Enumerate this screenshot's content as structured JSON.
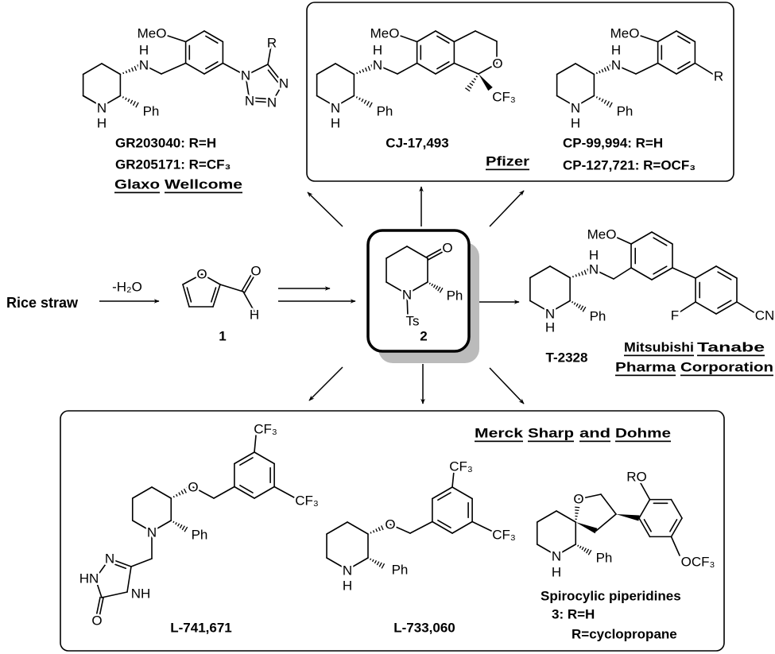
{
  "start": {
    "label": "Rice straw",
    "condition": "-H₂O"
  },
  "furfural": {
    "id": "1",
    "atoms": [
      "O",
      "O",
      "H"
    ]
  },
  "piperidinone": {
    "id": "2",
    "atoms": [
      "O",
      "Ph",
      "N",
      "Ts"
    ]
  },
  "glaxo": {
    "names": [
      "GR203040: R=H",
      "GR205171: R=CF₃"
    ],
    "company": [
      "Glaxo",
      "Wellcome"
    ],
    "atoms": [
      "MeO",
      "H",
      "N",
      "N",
      "H",
      "Ph",
      "R",
      "N",
      "N",
      "N",
      "N"
    ]
  },
  "pfizer": {
    "company": [
      "Pfizer"
    ],
    "cj": {
      "name": "CJ-17,493",
      "atoms": [
        "MeO",
        "H",
        "N",
        "N",
        "H",
        "Ph",
        "O",
        "CF₃"
      ]
    },
    "cp": {
      "names": [
        "CP-99,994: R=H",
        "CP-127,721: R=OCF₃"
      ],
      "atoms": [
        "MeO",
        "H",
        "N",
        "N",
        "H",
        "Ph",
        "R"
      ]
    }
  },
  "mitsubishi": {
    "name": "T-2328",
    "company": [
      "Mitsubishi",
      "Tanabe",
      "Pharma",
      "Corporation"
    ],
    "atoms": [
      "MeO",
      "H",
      "N",
      "N",
      "H",
      "Ph",
      "F",
      "CN"
    ]
  },
  "merck": {
    "company": [
      "Merck",
      "Sharp",
      "and",
      "Dohme"
    ],
    "l741": {
      "name": "L-741,671",
      "atoms": [
        "O",
        "CF₃",
        "CF₃",
        "Ph",
        "N",
        "N",
        "HN",
        "NH",
        "O"
      ]
    },
    "l733": {
      "name": "L-733,060",
      "atoms": [
        "O",
        "CF₃",
        "CF₃",
        "Ph",
        "N",
        "H"
      ]
    },
    "spiro": {
      "names": [
        "Spirocylic piperidines",
        "3: R=H",
        "R=cyclopropane"
      ],
      "atoms": [
        "O",
        "RO",
        "OCF₃",
        "Ph",
        "N",
        "H"
      ]
    }
  },
  "colors": {
    "ink": "#000000",
    "shadow": "#bbbbbb"
  }
}
